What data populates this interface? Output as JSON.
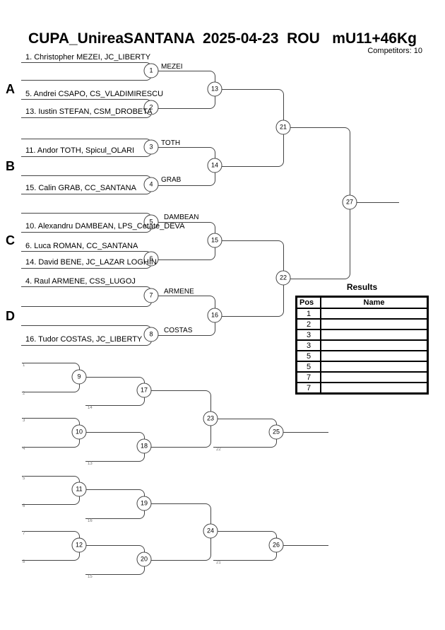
{
  "header": {
    "title": "CUPA_UnireaSANTANA  2025-04-23  ROU   mU11+46Kg",
    "competitors": "Competitors: 10"
  },
  "groups": {
    "a": "A",
    "b": "B",
    "c": "C",
    "d": "D"
  },
  "entries": [
    "1. Christopher MEZEI, JC_LIBERTY",
    "5. Andrei CSAPO, CS_VLADIMIRESCU",
    "13. Iustin STEFAN, CSM_DROBETA",
    "11. Andor TOTH, Spicul_OLARI",
    "15. Calin GRAB, CC_SANTANA",
    "10. Alexandru DAMBEAN, LPS_Cetate_DEVA",
    "6. Luca ROMAN, CC_SANTANA",
    "14. David BENE, JC_LAZAR LOGHIN",
    "4. Raul ARMENE, CSS_LUGOJ",
    "16. Tudor COSTAS, JC_LIBERTY"
  ],
  "winners": {
    "w1": "MEZEI",
    "w3": "TOTH",
    "w4": "GRAB",
    "w5": "DAMBEAN",
    "w7": "ARMENE",
    "w8": "COSTAS"
  },
  "nodes": {
    "n1": "1",
    "n2": "2",
    "n3": "3",
    "n4": "4",
    "n5": "5",
    "n6": "6",
    "n7": "7",
    "n8": "8",
    "n9": "9",
    "n10": "10",
    "n11": "11",
    "n12": "12",
    "n13": "13",
    "n14": "14",
    "n15": "15",
    "n16": "16",
    "n17": "17",
    "n18": "18",
    "n19": "19",
    "n20": "20",
    "n21": "21",
    "n22": "22",
    "n23": "23",
    "n24": "24",
    "n25": "25",
    "n26": "26",
    "n27": "27"
  },
  "repechage_refs": {
    "r1": "1",
    "r2": "2",
    "r3": "3",
    "r4": "4",
    "r5": "5",
    "r6": "6",
    "r7": "7",
    "r8": "8",
    "r13": "13",
    "r14": "14",
    "r15": "15",
    "r16": "16",
    "r21": "21",
    "r22": "22"
  },
  "results": {
    "title": "Results",
    "col_pos": "Pos",
    "col_name": "Name",
    "rows": [
      {
        "pos": "1",
        "name": ""
      },
      {
        "pos": "2",
        "name": ""
      },
      {
        "pos": "3",
        "name": ""
      },
      {
        "pos": "3",
        "name": ""
      },
      {
        "pos": "5",
        "name": ""
      },
      {
        "pos": "5",
        "name": ""
      },
      {
        "pos": "7",
        "name": ""
      },
      {
        "pos": "7",
        "name": ""
      }
    ]
  },
  "colors": {
    "line": "#444444",
    "text": "#000000",
    "background": "#ffffff"
  }
}
